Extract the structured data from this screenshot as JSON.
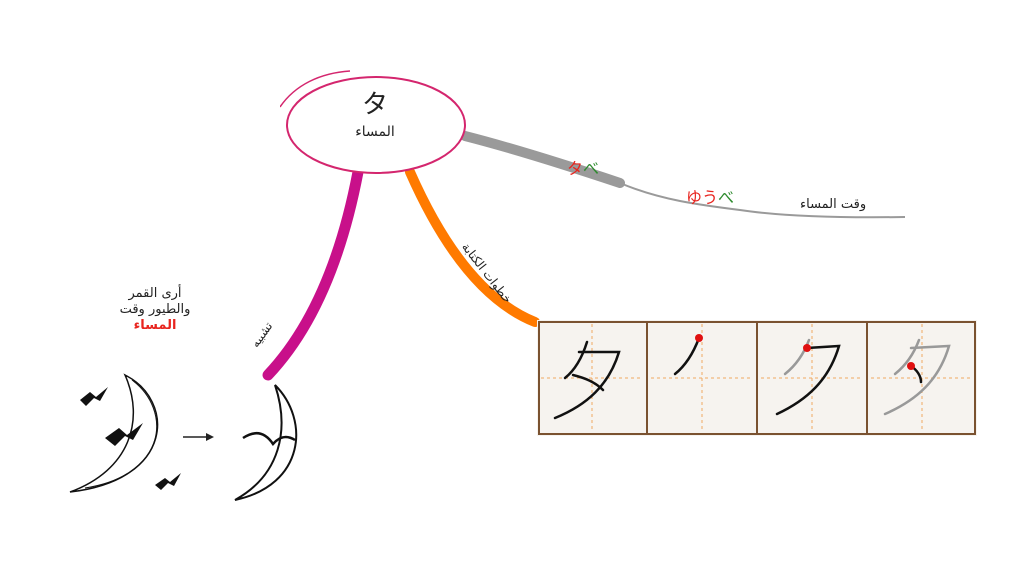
{
  "central": {
    "kana": "タ",
    "label": "المساء"
  },
  "readings": [
    {
      "kana_red": "タ",
      "kana_green": "べ"
    },
    {
      "kana_red": "ゆう",
      "kana_green": "べ"
    }
  ],
  "meaning": "وقت المساء",
  "branches": {
    "similarity": "تشبيه",
    "stroke_steps": "خطوات الكتابة"
  },
  "association": {
    "line1": "أرى القمر",
    "line2": "والطيور وقت",
    "highlight": "المساء"
  },
  "stroke_grid": {
    "cells": 4
  },
  "colors": {
    "node_border": "#d4266e",
    "reading_branch": "#9a9a9a",
    "similarity_branch": "#c8108a",
    "steps_branch": "#ff7a00",
    "grid_frame": "#7a5230",
    "grid_guide": "#f0a860",
    "stroke_dot": "#e01010",
    "reading_red": "#e8251f",
    "reading_green": "#2e8b2e"
  }
}
